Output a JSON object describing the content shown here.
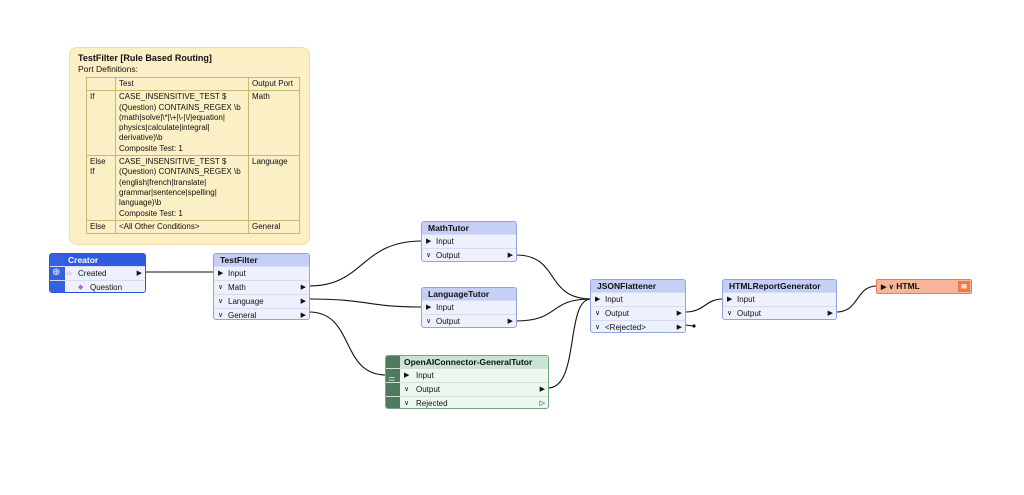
{
  "annotation": {
    "title": "TestFilter [Rule Based Routing]",
    "subtitle": "Port Definitions:",
    "columns": [
      "",
      "Test",
      "Output Port"
    ],
    "rows": [
      {
        "cond": "If",
        "test": [
          "CASE_INSENSITIVE_TEST $",
          "(Question) CONTAINS_REGEX \\b",
          "(math|solve|\\*|\\+|\\-|\\/|equation|",
          "physics|calculate|integral|",
          "derivative)\\b",
          "Composite Test: 1"
        ],
        "port": "Math"
      },
      {
        "cond": "Else If",
        "test": [
          "CASE_INSENSITIVE_TEST $",
          "(Question) CONTAINS_REGEX \\b",
          "(english|french|translate|",
          "grammar|sentence|spelling|",
          "language)\\b",
          "Composite Test: 1"
        ],
        "port": "Language"
      },
      {
        "cond": "Else",
        "test": [
          "<All Other Conditions>"
        ],
        "port": "General"
      }
    ]
  },
  "nodes": {
    "creator": {
      "title": "Creator",
      "ports": [
        "Created",
        "Question"
      ]
    },
    "testfilter": {
      "title": "TestFilter",
      "ports": [
        "Input",
        "Math",
        "Language",
        "General"
      ]
    },
    "mathtutor": {
      "title": "MathTutor",
      "ports": [
        "Input",
        "Output"
      ]
    },
    "languagetutor": {
      "title": "LanguageTutor",
      "ports": [
        "Input",
        "Output"
      ]
    },
    "openai": {
      "title": "OpenAIConnector-GeneralTutor",
      "ports": [
        "Input",
        "Output",
        "Rejected"
      ]
    },
    "jsonflattener": {
      "title": "JSONFlattener",
      "ports": [
        "Input",
        "Output",
        "<Rejected>"
      ]
    },
    "htmlreport": {
      "title": "HTMLReportGenerator",
      "ports": [
        "Input",
        "Output"
      ]
    },
    "writer": {
      "title": "HTML"
    }
  },
  "colors": {
    "transformer": "#c5cff5",
    "creator": "#2f5be0",
    "openai": "#4f7a60",
    "writer": "#f8b59c",
    "annotation": "#fbefc5"
  }
}
